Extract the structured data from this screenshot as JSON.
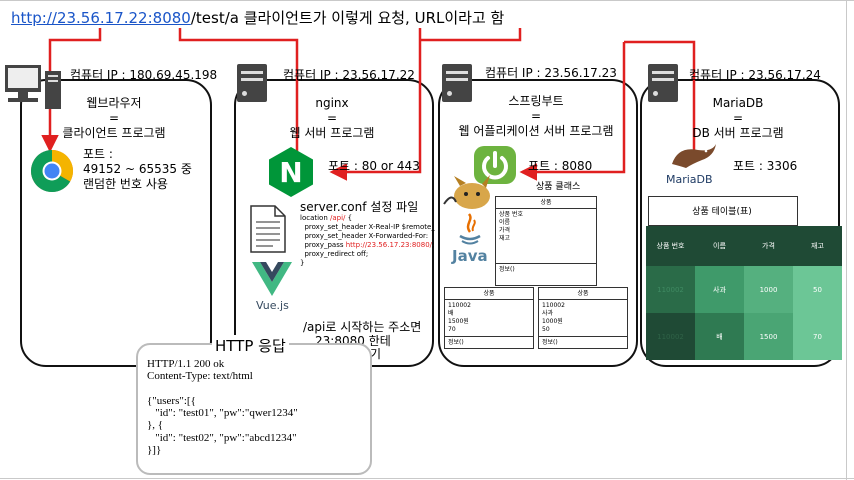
{
  "title": {
    "url": "http://23.56.17.22:8080",
    "suffix": "/test/a 클라이언트가 이렇게 요청, URL이라고 함"
  },
  "computers": [
    {
      "ip": "컴퓨터 IP : 180.69.45.198",
      "name": "웹브라우저",
      "eq": "=",
      "role": "클라이언트 프로그램",
      "port_label": "포트 :",
      "port_value": "49152 ~ 65535 중",
      "port_note": "랜덤한 번호 사용"
    },
    {
      "ip": "컴퓨터 IP : 23.56.17.22",
      "name": "nginx",
      "eq": "=",
      "role": "웹 서버 프로그램",
      "port": "포트 : 80 or 443"
    },
    {
      "ip": "컴퓨터 IP : 23.56.17.23",
      "name": "스프링부트",
      "eq": "=",
      "role": "웹 어플리케이션 서버 프로그램",
      "port": "포트 : 8080"
    },
    {
      "ip": "컴퓨터 IP : 23.56.17.24",
      "name": "MariaDB",
      "eq": "=",
      "role": "DB 서버 프로그램",
      "port": "포트 : 3306"
    }
  ],
  "nginx_conf": {
    "title": "server.conf 설정 파일",
    "lines": [
      {
        "text": "location ",
        "red": "/api/",
        "after": " {"
      },
      {
        "text": "  proxy_set_header X-Real-IP $remote_"
      },
      {
        "text": "  proxy_set_header X-Forwarded-For:"
      },
      {
        "text": "  proxy_pass ",
        "red": "http://23.56.17.23:8080/",
        "after": ";"
      },
      {
        "text": "  proxy_redirect off;"
      },
      {
        "text": "}"
      }
    ],
    "note1": "/api로 시작하는 주소면",
    "note2": "23:8080 한테",
    "note3": "기"
  },
  "logos": {
    "vue": "Vue.js",
    "java": "Java",
    "mariadb": "MariaDB",
    "nginx": "N",
    "chrome": "chrome-icon",
    "spring": "spring-power-icon"
  },
  "spring": {
    "class_label": "상품 클래스",
    "class_box": {
      "header": "상품",
      "fields": [
        "상품 번호",
        "이름",
        "가격",
        "재고"
      ],
      "method": "정보()"
    },
    "objects": [
      {
        "header": "상품",
        "fields": [
          "110002",
          "배",
          "1500원",
          "70"
        ],
        "method": "정보()"
      },
      {
        "header": "상품",
        "fields": [
          "110002",
          "사과",
          "1000원",
          "50"
        ],
        "method": "정보()"
      }
    ]
  },
  "db_table": {
    "title": "상품 테이블(표)",
    "headers": [
      "상품 번호",
      "이름",
      "가격",
      "재고"
    ],
    "rows": [
      [
        "110002",
        "사과",
        "1000",
        "50"
      ],
      [
        "110002",
        "배",
        "1500",
        "70"
      ]
    ]
  },
  "http": {
    "title": "HTTP 응답",
    "body": "HTTP/1.1 200 ok\nContent-Type: text/html\n\n{\"users\":[{\n   \"id\": \"test01\", \"pw\":\"qwer1234\"\n}, {\n   \"id\": \"test02\", \"pw\":\"abcd1234\"\n}]}"
  },
  "colors": {
    "arrow": "#e02020",
    "url": "#1a55c8",
    "nginx": "#009639",
    "spring": "#6db33f",
    "table_dark": "#1f4a35",
    "table_mid": "#2f8a5c",
    "table_light": "#6cc696"
  }
}
